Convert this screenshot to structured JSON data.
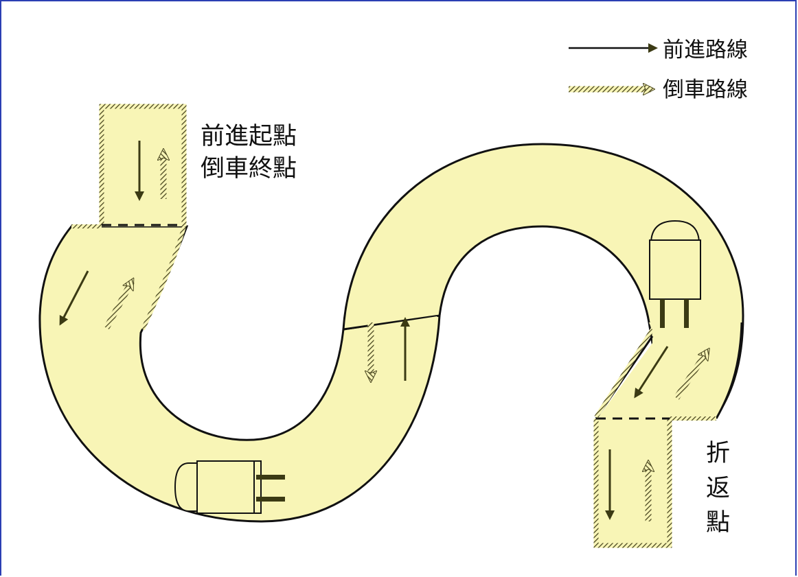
{
  "legend": {
    "forward_label": "前進路線",
    "reverse_label": "倒車路線"
  },
  "labels": {
    "start_line1": "前進起點",
    "start_line2": "倒車終點",
    "turn_point": [
      "折",
      "返",
      "點"
    ]
  },
  "colors": {
    "road_fill": "#f8f5b6",
    "road_edge": "#111111",
    "arrow": "#3b3a14",
    "hatch": "#6a6730",
    "frame": "#2b3fb3"
  }
}
